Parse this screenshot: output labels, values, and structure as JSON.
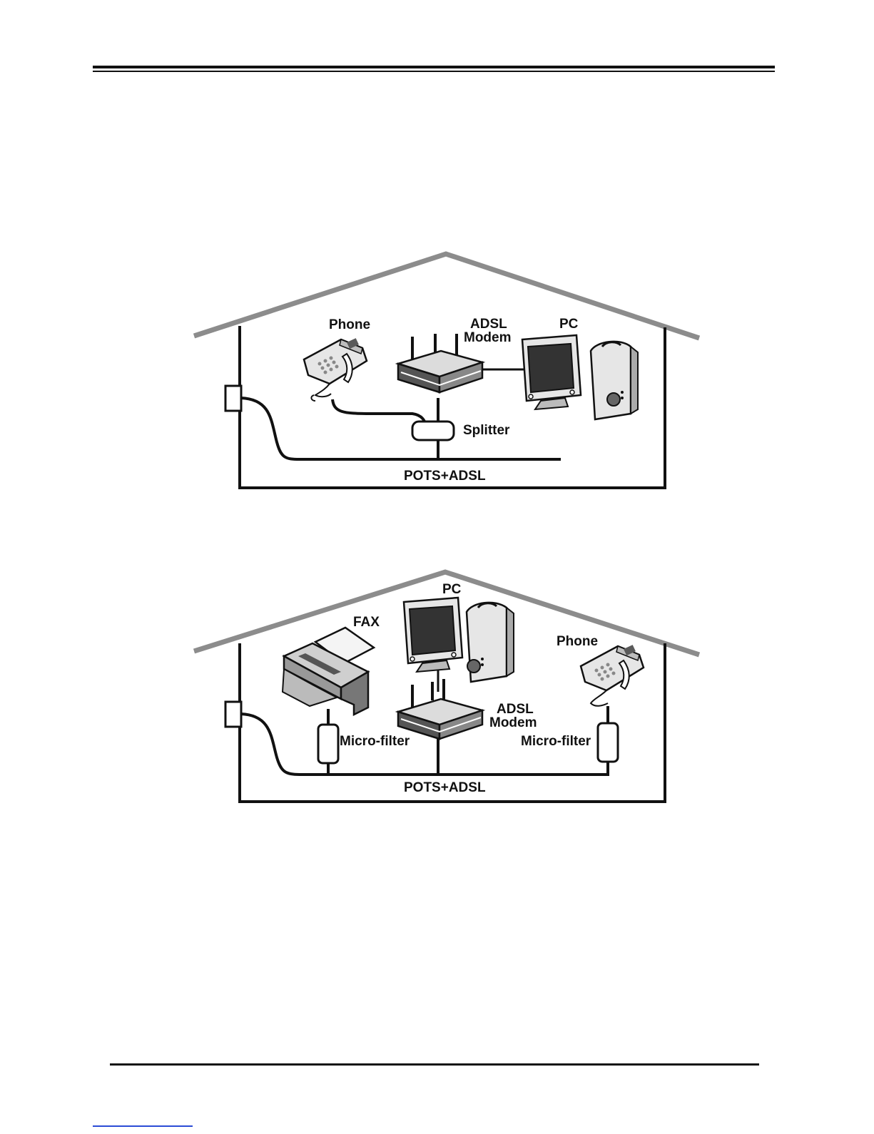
{
  "diagram_splitter": {
    "labels": {
      "phone": "Phone",
      "modem_line1": "ADSL",
      "modem_line2": "Modem",
      "pc": "PC",
      "splitter": "Splitter",
      "line": "POTS+ADSL"
    }
  },
  "diagram_microfilter": {
    "labels": {
      "pc": "PC",
      "fax": "FAX",
      "phone": "Phone",
      "modem_line1": "ADSL",
      "modem_line2": "Modem",
      "filter_left": "Micro-filter",
      "filter_right": "Micro-filter",
      "line": "POTS+ADSL"
    }
  },
  "colors": {
    "roof": "#8c8c8c",
    "wire": "#111111",
    "device_fill": "#e6e6e6",
    "device_dark": "#444444"
  }
}
